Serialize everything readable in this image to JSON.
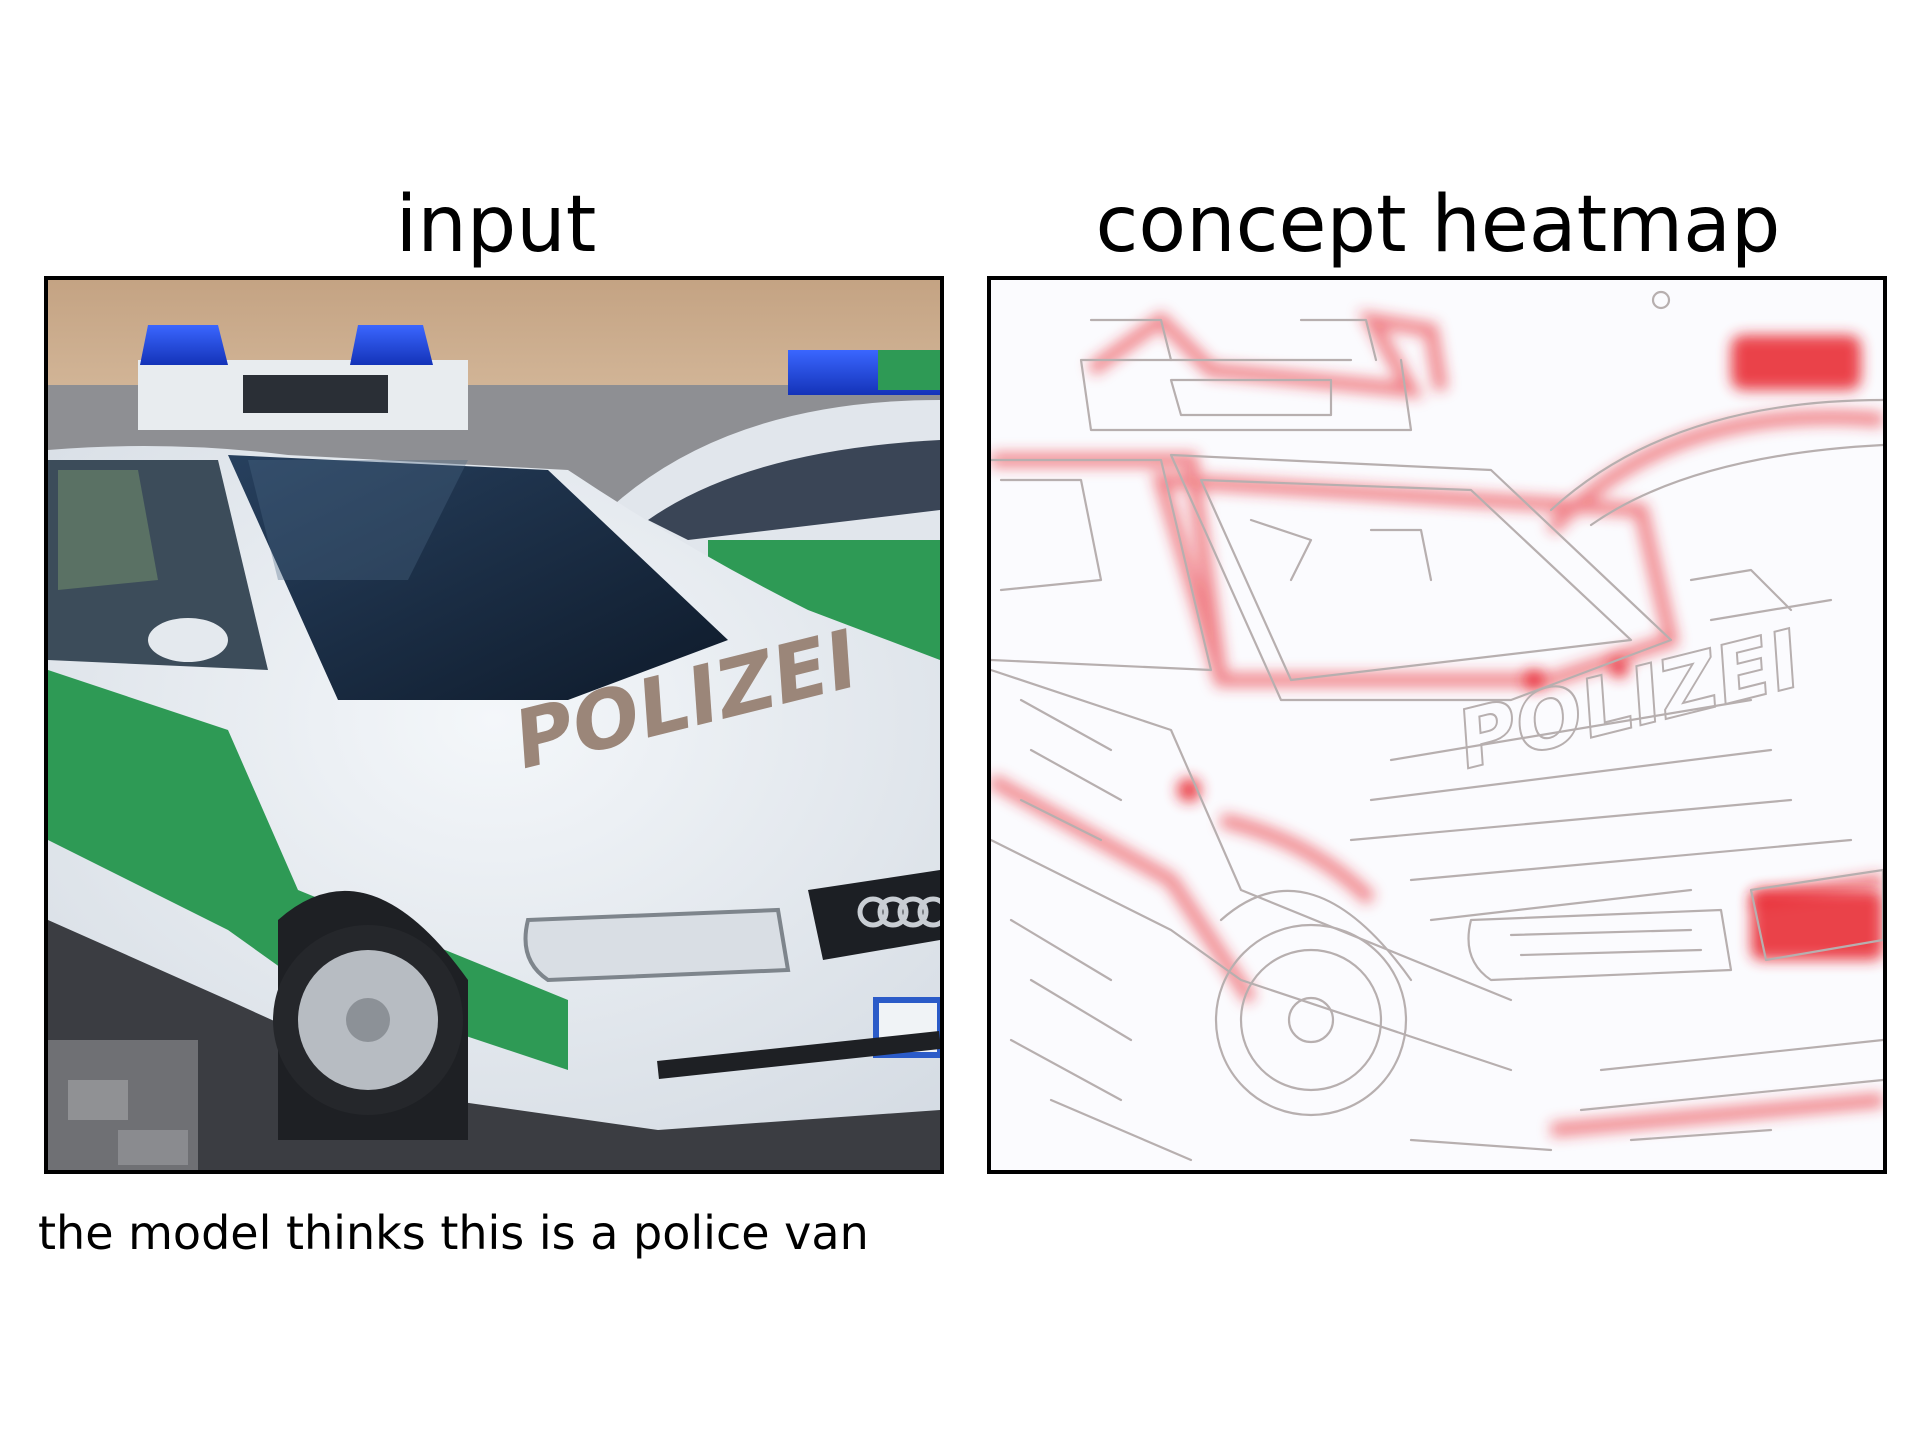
{
  "panels": {
    "input": {
      "title": "input",
      "hood_lettering": "POLIZEI",
      "colors": {
        "wall": "#C9A98A",
        "car_white": "#E9EEF3",
        "livery_green": "#2E9A55",
        "light_blue": "#1E44D6",
        "asphalt": "#3B3D42"
      }
    },
    "heatmap": {
      "title": "concept heatmap",
      "colors": {
        "edge_gray": "#B7AFAF",
        "heat_red": "#E8202A",
        "background": "#FBFBFE"
      }
    }
  },
  "caption": "the model thinks this is a police van"
}
